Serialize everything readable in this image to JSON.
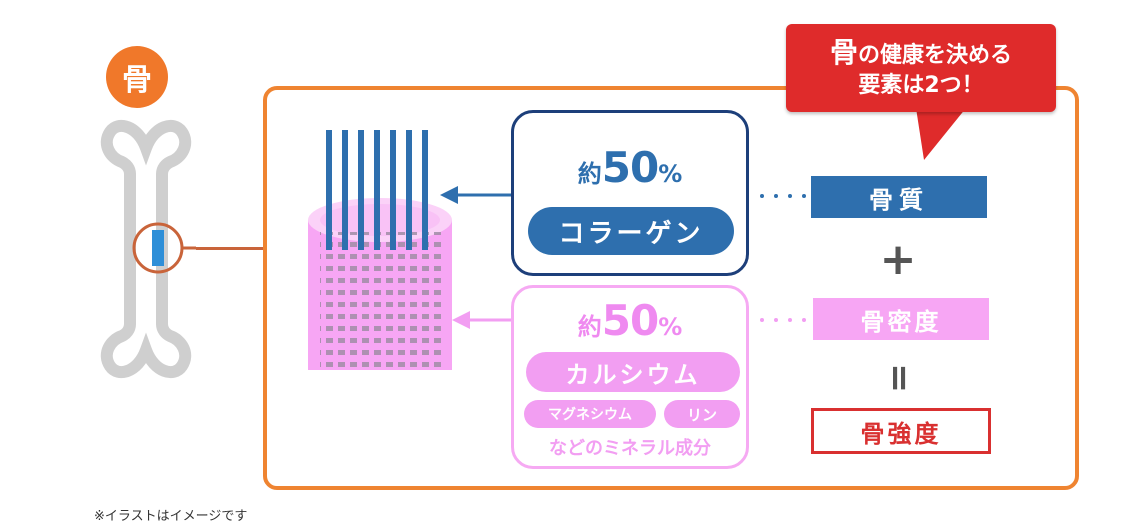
{
  "badge": {
    "label": "骨"
  },
  "callout": {
    "line1_big": "骨",
    "line1_rest": "の健康を決める",
    "line2": "要素は2つ！"
  },
  "collagen": {
    "prefix": "約",
    "number": "50",
    "unit": "%",
    "label": "コラーゲン"
  },
  "calcium": {
    "prefix": "約",
    "number": "50",
    "unit": "%",
    "label": "カルシウム",
    "sub1": "マグネシウム",
    "sub2": "リン",
    "note": "などのミネラル成分"
  },
  "right": {
    "quality": "骨質",
    "plus": "+",
    "density": "骨密度",
    "equals": "=",
    "strength": "骨強度"
  },
  "footnote": "※イラストはイメージです",
  "colors": {
    "orange": "#ef8431",
    "blue": "#2e6fae",
    "pink": "#f29ef2",
    "red": "#df2b2b",
    "navy": "#1d3f7a"
  }
}
